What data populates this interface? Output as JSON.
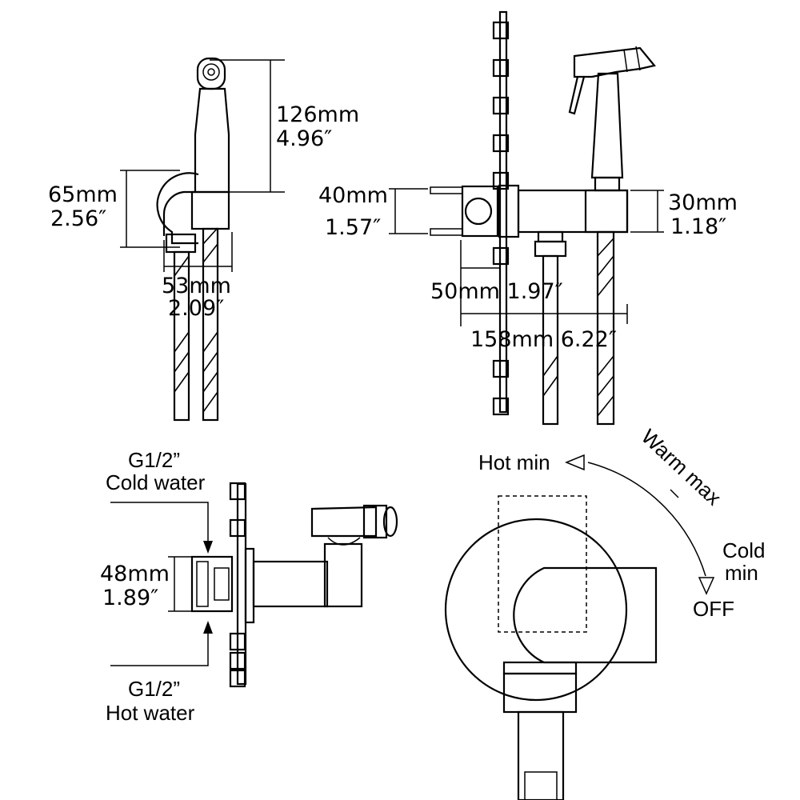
{
  "side_view": {
    "height_mm": "126mm",
    "height_in": "4.96″",
    "depth_mm": "65mm",
    "depth_in": "2.56″",
    "pipe_mm": "53mm",
    "pipe_in": "2.09″"
  },
  "front_view": {
    "body_mm": "40mm",
    "body_in": "1.57″",
    "holder_mm": "30mm",
    "holder_in": "1.18″",
    "valve_width": "50mm 1.97″",
    "total_width": "158mm 6.22″"
  },
  "inlet_view": {
    "cold_size": "G1/2”",
    "cold_label": "Cold water",
    "spacing_mm": "48mm",
    "spacing_in": "1.89″",
    "hot_size": "G1/2”",
    "hot_label": "Hot water"
  },
  "handle_view": {
    "hot_min": "Hot min",
    "warm_max": "Warm max",
    "cold": "Cold",
    "min": "min",
    "off": "OFF"
  }
}
